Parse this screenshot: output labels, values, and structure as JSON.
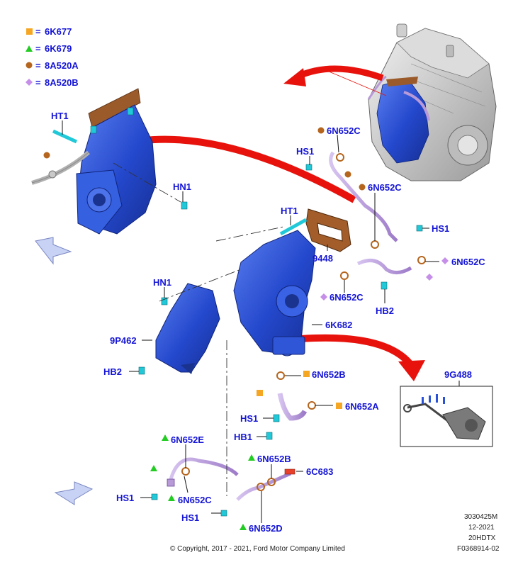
{
  "legend": [
    {
      "shape": "square",
      "color": "#f5a623",
      "code": "6K677"
    },
    {
      "shape": "triangle",
      "color": "#22cc22",
      "code": "6K679"
    },
    {
      "shape": "circle",
      "color": "#b5651d",
      "code": "8A520A"
    },
    {
      "shape": "diamond",
      "color": "#c58ee8",
      "code": "8A520B"
    }
  ],
  "legend_eq": "=",
  "labels": {
    "ht1_top": "HT1",
    "hn1_top": "HN1",
    "hs1_top": "HS1",
    "p6n652c_1": "6N652C",
    "p6n652c_2": "6N652C",
    "ht1_mid": "HT1",
    "hs1_right": "HS1",
    "p9448": "9448",
    "p6n652c_3": "6N652C",
    "p6n652c_4": "6N652C",
    "hb2_right": "HB2",
    "hn1_mid": "HN1",
    "p6k682": "6K682",
    "p9p462": "9P462",
    "hb2_left": "HB2",
    "p6n652b_1": "6N652B",
    "p9g488": "9G488",
    "hs1_mid": "HS1",
    "p6n652a": "6N652A",
    "hb1": "HB1",
    "p6n652e": "6N652E",
    "p6n652b_2": "6N652B",
    "p6c683": "6C683",
    "hs1_low": "HS1",
    "p6n652c_5": "6N652C",
    "hs1_bottom": "HS1",
    "p6n652d": "6N652D"
  },
  "meta": {
    "line1": "3030425M",
    "line2": "12-2021",
    "line3": "20HDTX",
    "line4": "F0368914-02"
  },
  "copyright": "© Copyright, 2017 - 2021, Ford Motor Company Limited",
  "colors": {
    "label": "#1515d6",
    "part_blue": "#2a52d8",
    "gasket": "#9a5a2a",
    "arrow": "#e8120c",
    "pipe": "#b89ad8"
  }
}
